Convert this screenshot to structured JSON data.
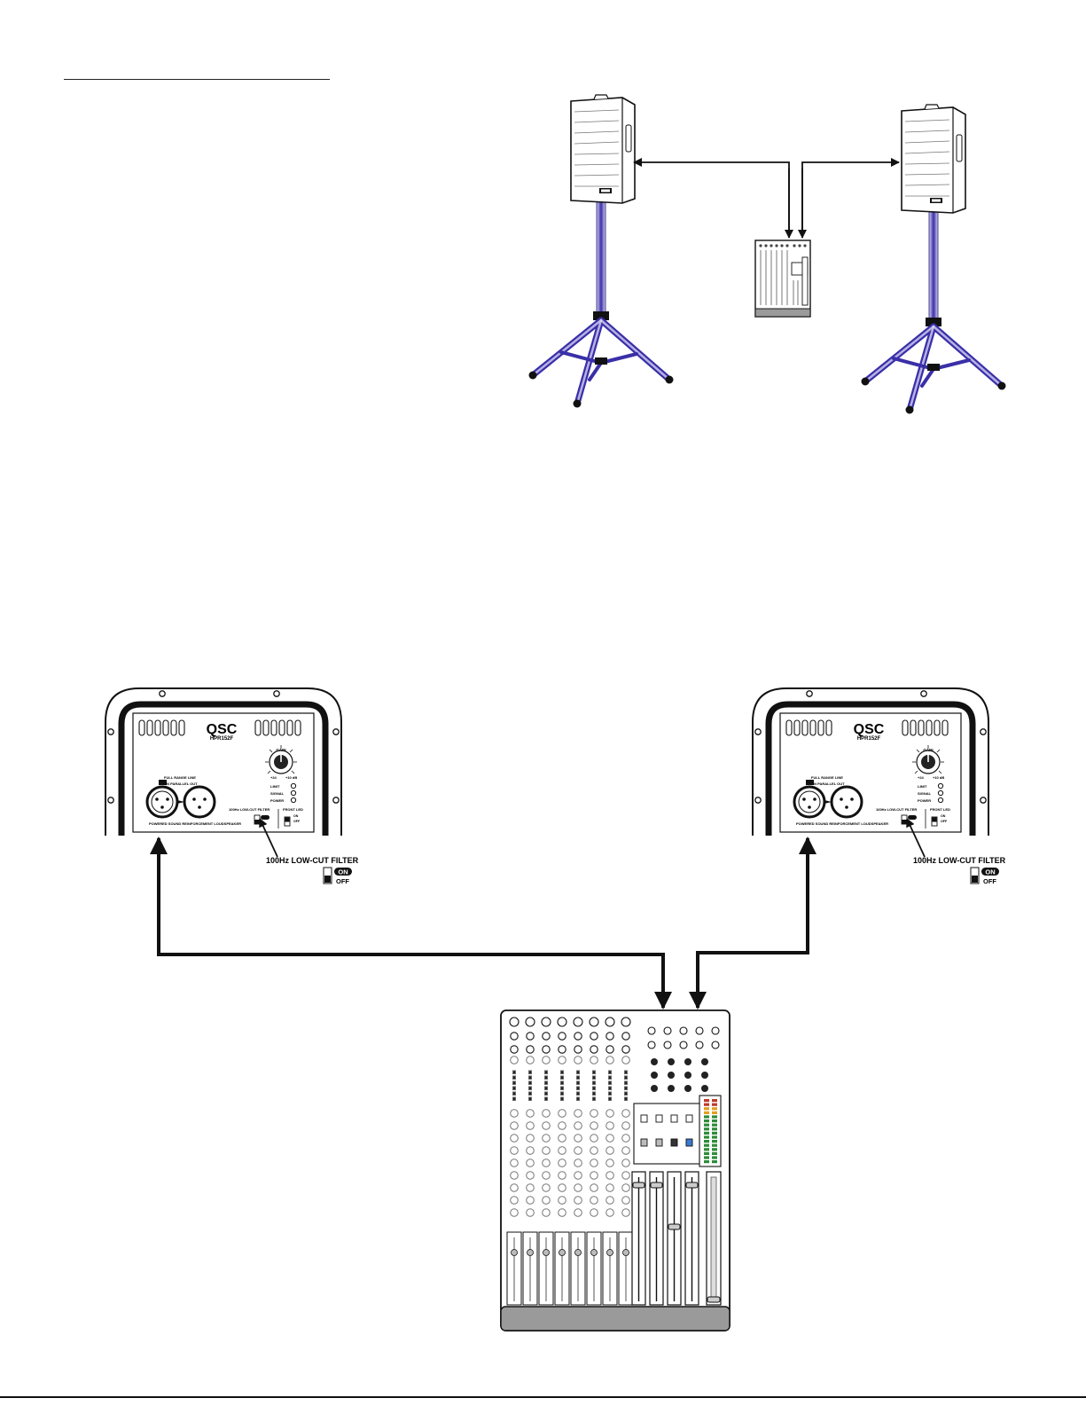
{
  "panel": {
    "brand": "QSC",
    "model": "HPR152F",
    "gain_label": "GAIN",
    "gain_min": "+24",
    "gain_max": "+10 dB",
    "indicators": [
      "LIMIT",
      "SIGNAL",
      "POWER"
    ],
    "input_label": "FULL RANGE LINE",
    "input_sublabel": "IN  PARALLEL  OUT",
    "filter_label": "100Hz LOW-CUT FILTER",
    "front_led_label": "FRONT LED",
    "switch_on": "ON",
    "switch_off": "OFF",
    "footer_text": "POWERED SOUND  REINFORCEMENT LOUDSPEAKER"
  },
  "callout": {
    "title": "100Hz LOW-CUT FILTER",
    "on_label": "ON",
    "off_label": "OFF"
  },
  "colors": {
    "stand": "#3a2fa8",
    "stand_light": "#c9c5ee",
    "ink": "#111111",
    "mixer_base": "#9a9a9a",
    "meter_green": "#2e8b3a",
    "meter_red": "#c0392b",
    "button_blue": "#3b7bd0"
  }
}
